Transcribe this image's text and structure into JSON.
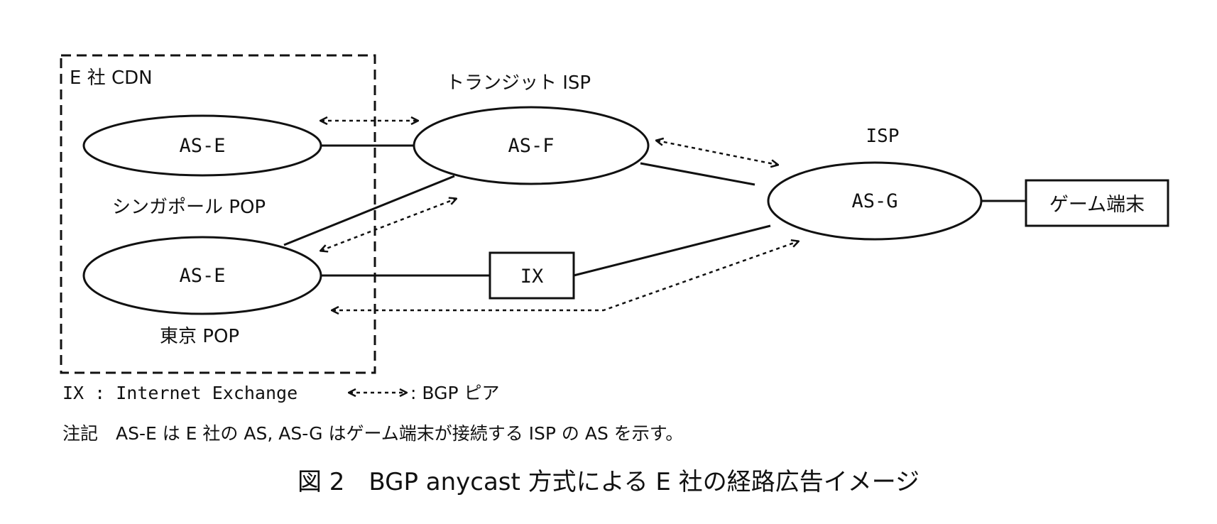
{
  "groups": {
    "cdn": "E 社 CDN",
    "transit": "トランジット ISP",
    "isp": "ISP"
  },
  "nodes": {
    "as_e_singapore": "AS-E",
    "as_e_tokyo": "AS-E",
    "as_f": "AS-F",
    "as_g": "AS-G",
    "ix": "IX",
    "game_terminal": "ゲーム端末"
  },
  "pop_labels": {
    "singapore": "シンガポール POP",
    "tokyo": "東京 POP"
  },
  "legend": {
    "ix_text": "IX : Internet Exchange",
    "bgp_peer_text": ": BGP ピア"
  },
  "note": "注記　AS-E は E 社の AS, AS-G はゲーム端末が接続する ISP の AS を示す。",
  "caption": "図 2　BGP anycast 方式による E 社の経路広告イメージ"
}
